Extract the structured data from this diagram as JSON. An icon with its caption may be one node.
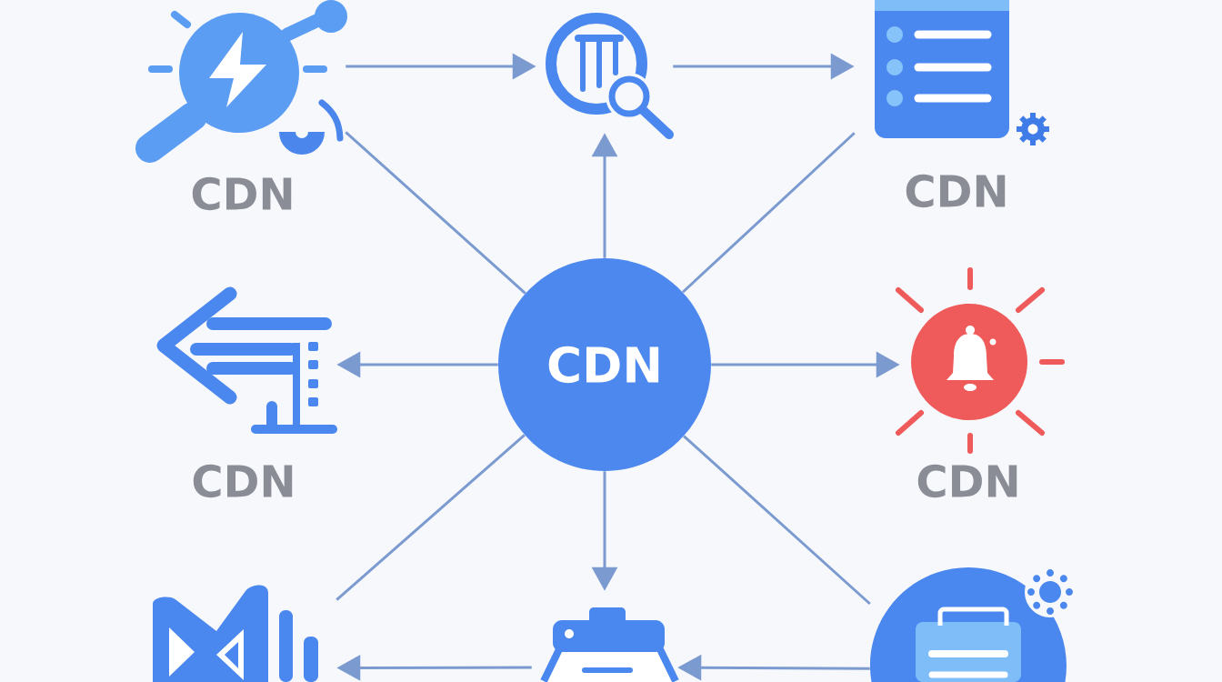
{
  "diagram": {
    "nodes": [
      {
        "text": [],
        "shape": "picture",
        "beside": [
          "CDN"
        ]
      },
      {
        "text": [],
        "shape": "picture"
      },
      {
        "text": [],
        "shape": "picture",
        "beside": [
          "CDN"
        ]
      },
      {
        "text": [],
        "shape": "picture",
        "beside": [
          "CDN"
        ]
      },
      {
        "text": [
          "CDN"
        ]
      },
      {
        "text": [],
        "shape": "picture",
        "beside": [
          "CDN"
        ]
      },
      {
        "text": [],
        "shape": "picture"
      },
      {
        "text": [],
        "shape": "picture"
      },
      {
        "text": [],
        "shape": "picture"
      }
    ],
    "edges": [
      {
        "from": 0,
        "to": 1,
        "arrow": "to"
      },
      {
        "from": 1,
        "to": 2,
        "arrow": "to"
      },
      {
        "from": 4,
        "to": 0,
        "arrow": "none"
      },
      {
        "from": 4,
        "to": 1,
        "arrow": "to"
      },
      {
        "from": 4,
        "to": 2,
        "arrow": "none"
      },
      {
        "from": 4,
        "to": 3,
        "arrow": "to"
      },
      {
        "from": 4,
        "to": 5,
        "arrow": "to"
      },
      {
        "from": 4,
        "to": 6,
        "arrow": "none"
      },
      {
        "from": 4,
        "to": 7,
        "arrow": "to"
      },
      {
        "from": 4,
        "to": 8,
        "arrow": "none"
      },
      {
        "from": 8,
        "to": 7,
        "arrow": "to"
      },
      {
        "from": 7,
        "to": 6,
        "arrow": "to"
      }
    ]
  }
}
